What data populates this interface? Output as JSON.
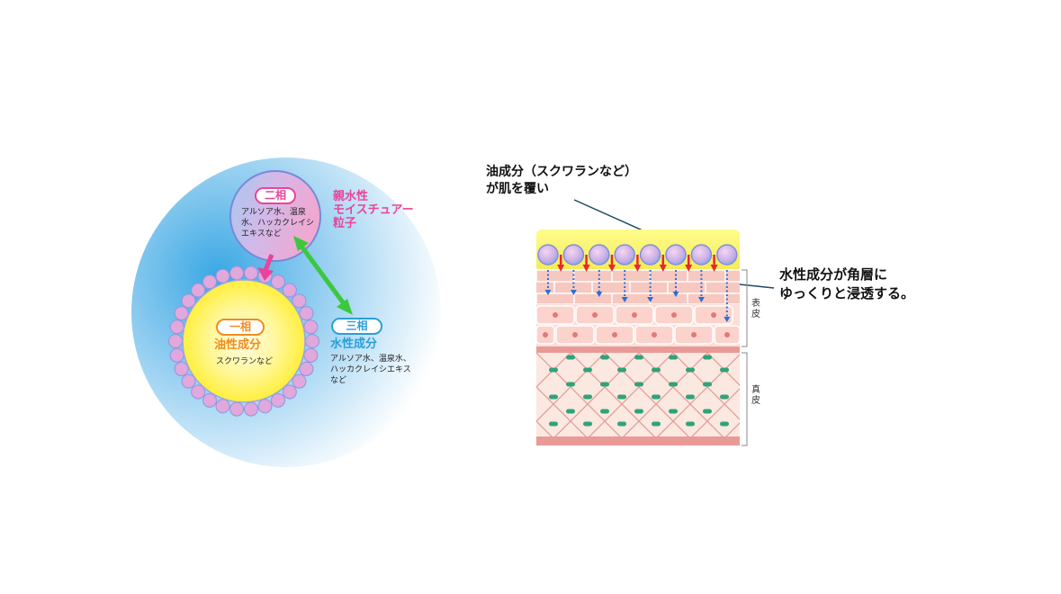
{
  "left": {
    "two_phase": {
      "badge": "二相",
      "desc": "アルソア水、温泉水、ハッカクレイシエキスなど"
    },
    "hydrophilic_label": [
      "親水性",
      "モイスチュアー",
      "粒子"
    ],
    "one_phase": {
      "badge": "一相",
      "title": "油性成分",
      "desc": "スクワランなど"
    },
    "three_phase": {
      "badge": "三相",
      "title": "水性成分",
      "desc": "アルソア水、温泉水、ハッカクレイシエキスなど"
    }
  },
  "right": {
    "oil_callout": [
      "油成分（スクワランなど）",
      "が肌を覆い"
    ],
    "water_callout": [
      "水性成分が角層に",
      "ゆっくりと浸透する。"
    ],
    "epidermis_label": "表皮",
    "dermis_label": "真皮"
  },
  "colors": {
    "pink": "#e8449a",
    "orange": "#f08c1e",
    "blue": "#2a9fd8",
    "green": "#3cc83c",
    "bubble": "#d9a0d8",
    "callout_line": "#1d4a66"
  }
}
